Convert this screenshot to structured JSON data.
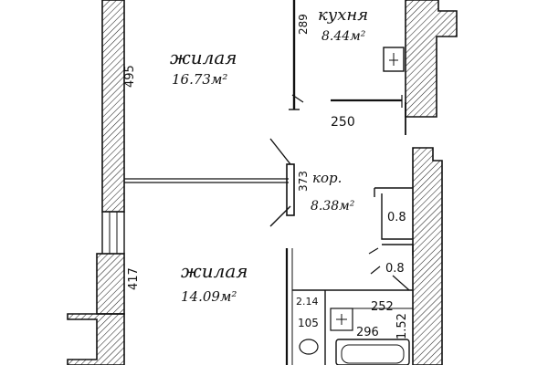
{
  "rooms": {
    "living_top": {
      "name": "жилая",
      "area": "16.73м²"
    },
    "kitchen": {
      "name": "кухня",
      "area": "8.44м²"
    },
    "corridor": {
      "name": "кор.",
      "area": "8.38м²"
    },
    "living_bottom": {
      "name": "жилая",
      "area": "14.09м²"
    }
  },
  "dimensions": {
    "left_top": "495",
    "kitchen_wall": "289",
    "kitchen_width": "250",
    "corridor_side": "373",
    "closet_upper": "0.8",
    "closet_lower": "0.8",
    "left_bottom": "417",
    "bath_width": "252",
    "bath_small": "2.14",
    "wc_side": "105",
    "bath_length": "296",
    "right_bottom": "1.52"
  }
}
